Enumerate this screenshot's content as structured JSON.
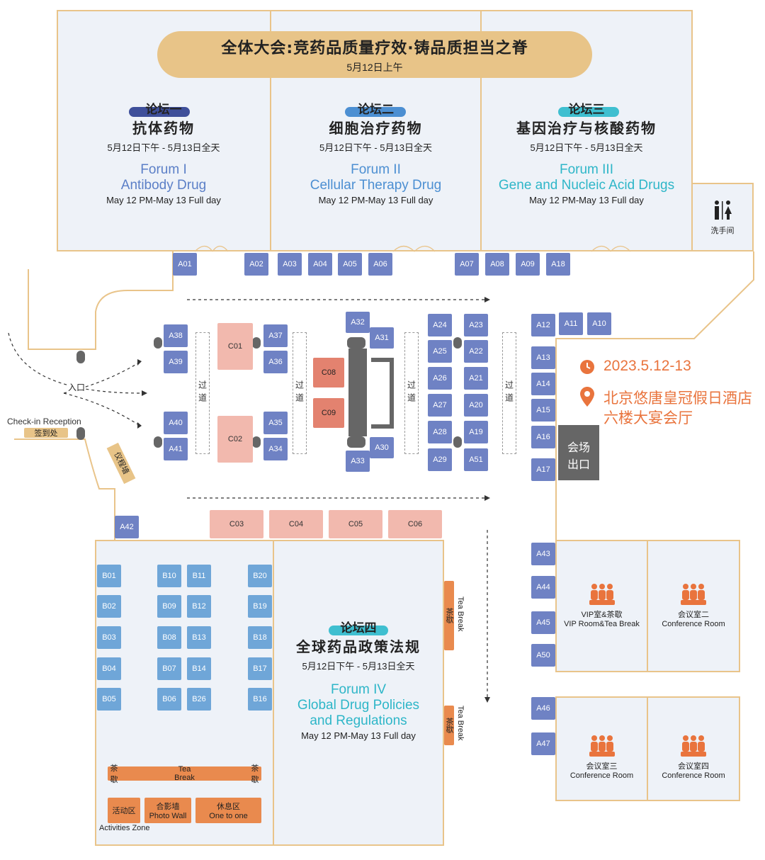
{
  "plenary": {
    "title": "全体大会:竞药品质量疗效·铸品质担当之脊",
    "date": "5月12日上午"
  },
  "forums": [
    {
      "tag": "论坛一",
      "name_cn": "抗体药物",
      "date_cn": "5月12日下午 - 5月13日全天",
      "name_en1": "Forum I",
      "name_en2": "Antibody Drug",
      "date_en": "May 12 PM-May 13 Full day"
    },
    {
      "tag": "论坛二",
      "name_cn": "细胞治疗药物",
      "date_cn": "5月12日下午 - 5月13日全天",
      "name_en1": "Forum II",
      "name_en2": "Cellular Therapy Drug",
      "date_en": "May 12 PM-May 13 Full day"
    },
    {
      "tag": "论坛三",
      "name_cn": "基因治疗与核酸药物",
      "date_cn": "5月12日下午 - 5月13日全天",
      "name_en1": "Forum III",
      "name_en2": "Gene and Nucleic Acid Drugs",
      "date_en": "May 12 PM-May 13 Full day"
    },
    {
      "tag": "论坛四",
      "name_cn": "全球药品政策法规",
      "date_cn": "5月12日下午 - 5月13日全天",
      "name_en1": "Forum IV",
      "name_en2": "Global Drug Policies",
      "name_en3": "and Regulations",
      "date_en": "May 12 PM-May 13 Full day"
    }
  ],
  "restroom": "洗手间",
  "entrance": "入口",
  "checkin": {
    "en": "Check-in Reception",
    "cn": "签到处"
  },
  "ceremony_wall": "仪程墙",
  "exit": {
    "line1": "会场",
    "line2": "出口"
  },
  "aisle": "过道",
  "event": {
    "date": "2023.5.12-13",
    "venue1": "北京悠唐皇冠假日酒店",
    "venue2": "六楼大宴会厅"
  },
  "rooms": [
    {
      "cn": "VIP室&茶歇",
      "en": "VIP Room&Tea Break"
    },
    {
      "cn": "会议室二",
      "en": "Conference Room"
    },
    {
      "cn": "会议室三",
      "en": "Conference Room"
    },
    {
      "cn": "会议室四",
      "en": "Conference Room"
    }
  ],
  "tea_break": {
    "cn": "茶歇",
    "en": "Tea Break"
  },
  "tea_break_bar": {
    "left": "茶歇",
    "mid": "Tea Break",
    "right": "茶歇"
  },
  "activities": {
    "cn": "活动区",
    "en": "Activities Zone"
  },
  "photo_wall": {
    "cn": "合影墙",
    "en": "Photo Wall"
  },
  "rest_area": {
    "cn": "休息区",
    "en": "One to one"
  },
  "booths": {
    "A01": "A01",
    "A02": "A02",
    "A03": "A03",
    "A04": "A04",
    "A05": "A05",
    "A06": "A06",
    "A07": "A07",
    "A08": "A08",
    "A09": "A09",
    "A18": "A18",
    "A10": "A10",
    "A11": "A11",
    "A12": "A12",
    "A13": "A13",
    "A14": "A14",
    "A15": "A15",
    "A16": "A16",
    "A17": "A17",
    "A19": "A19",
    "A20": "A20",
    "A21": "A21",
    "A22": "A22",
    "A23": "A23",
    "A24": "A24",
    "A25": "A25",
    "A26": "A26",
    "A27": "A27",
    "A28": "A28",
    "A29": "A29",
    "A51": "A51",
    "A30": "A30",
    "A31": "A31",
    "A32": "A32",
    "A33": "A33",
    "A34": "A34",
    "A35": "A35",
    "A36": "A36",
    "A37": "A37",
    "A38": "A38",
    "A39": "A39",
    "A40": "A40",
    "A41": "A41",
    "A42": "A42",
    "A43": "A43",
    "A44": "A44",
    "A45": "A45",
    "A50": "A50",
    "A46": "A46",
    "A47": "A47",
    "C01": "C01",
    "C02": "C02",
    "C03": "C03",
    "C04": "C04",
    "C05": "C05",
    "C06": "C06",
    "C08": "C08",
    "C09": "C09",
    "B01": "B01",
    "B02": "B02",
    "B03": "B03",
    "B04": "B04",
    "B05": "B05",
    "B06": "B06",
    "B07": "B07",
    "B08": "B08",
    "B09": "B09",
    "B10": "B10",
    "B11": "B11",
    "B12": "B12",
    "B13": "B13",
    "B14": "B14",
    "B26": "B26",
    "B16": "B16",
    "B17": "B17",
    "B18": "B18",
    "B19": "B19",
    "B20": "B20"
  },
  "colors": {
    "booth_a": "#6f82c4",
    "booth_b": "#6fa6d8",
    "booth_c": "#f2b9ae",
    "booth_cd": "#e3826f",
    "wall": "#e9c48a",
    "accent": "#e9743d",
    "plenary": "#e8c488"
  },
  "icons": [
    "restroom-icon",
    "clock-icon",
    "location-pin-icon",
    "people-icon"
  ]
}
